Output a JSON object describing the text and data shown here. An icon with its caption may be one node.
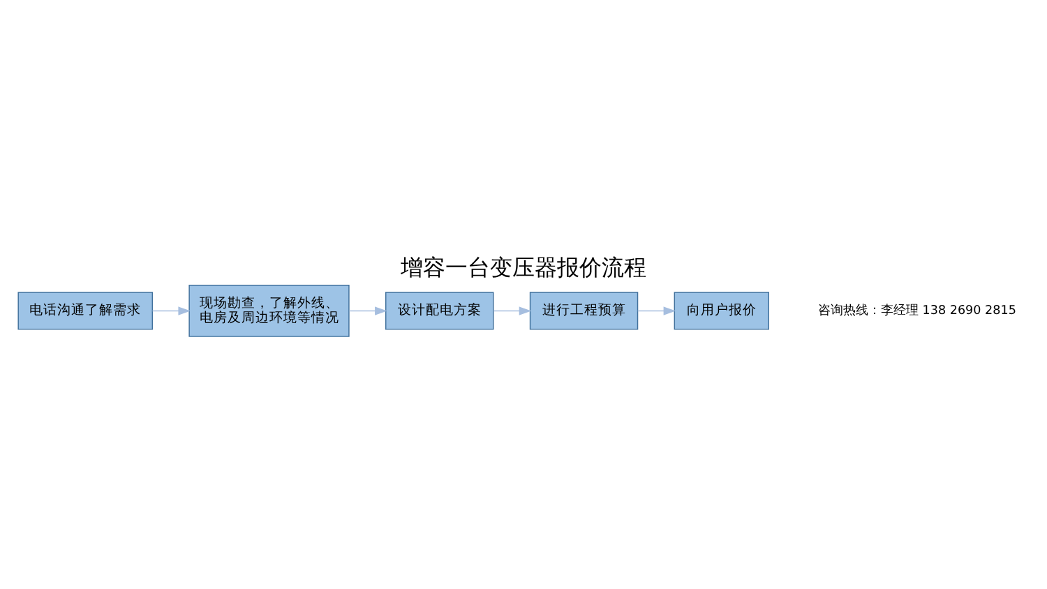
{
  "diagram": {
    "title": "增容一台变压器报价流程",
    "nodes": [
      {
        "text": [
          "电话沟通了解需求"
        ]
      },
      {
        "text": [
          "现场勘查，了解外线、电房及周边环境等情况"
        ]
      },
      {
        "text": [
          "设计配电方案"
        ]
      },
      {
        "text": [
          "进行工程预算"
        ]
      },
      {
        "text": [
          "向用户报价"
        ]
      }
    ],
    "edges": [
      {
        "from": 0,
        "to": 1,
        "arrow": "to"
      },
      {
        "from": 1,
        "to": 2,
        "arrow": "to"
      },
      {
        "from": 2,
        "to": 3,
        "arrow": "to"
      },
      {
        "from": 3,
        "to": 4,
        "arrow": "to"
      }
    ],
    "labels": [
      "咨询热线：李经理 138 2690 2815"
    ]
  }
}
